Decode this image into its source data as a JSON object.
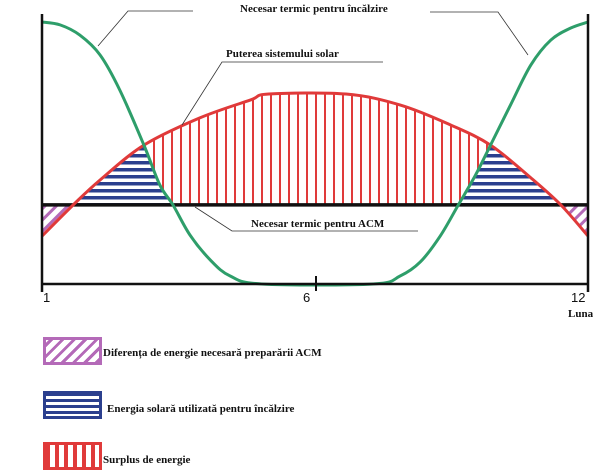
{
  "chart_data": {
    "type": "line",
    "xlabel": "Luna",
    "x_ticks": [
      "1",
      "6",
      "12"
    ],
    "series": [
      {
        "name": "Necesar termic pentru încălzire",
        "color": "#2e9e6a",
        "x": [
          1,
          1.33,
          1.69,
          2.06,
          2.42,
          2.86,
          3.15,
          3.39,
          3.7,
          4.07,
          4.43,
          5.01,
          7.26,
          7.86,
          8.3,
          8.74,
          9.14,
          9.52,
          9.85,
          10.29,
          10.74,
          11.18,
          11.62,
          12
        ],
        "y": [
          100,
          98.9,
          95,
          87.4,
          74,
          53,
          37.8,
          30.2,
          18.7,
          9.2,
          3.1,
          0,
          0,
          3.1,
          8.4,
          18.3,
          30.2,
          41.6,
          53,
          68.3,
          83.6,
          93.1,
          97.7,
          100
        ]
      },
      {
        "name": "Puterea sistemului solar",
        "color": "#e03a3a",
        "x": [
          1,
          1.57,
          2.06,
          2.86,
          3.88,
          4.8,
          5.14,
          6.66,
          7.86,
          8.97,
          9.85,
          10.74,
          11.4,
          12
        ],
        "y": [
          18.3,
          30.2,
          39.7,
          53,
          63.4,
          70.2,
          72.5,
          72.5,
          68.3,
          60.7,
          53,
          40.5,
          30.2,
          18.3
        ]
      },
      {
        "name": "Necesar termic pentru ACM",
        "color": "#111111",
        "x": [
          1,
          12
        ],
        "y": [
          30.2,
          30.2
        ]
      }
    ],
    "ylim": [
      0,
      100
    ],
    "xlim": [
      1,
      12
    ],
    "annotations": [
      "Necesar termic pentru încălzire",
      "Puterea sistemului solar",
      "Necesar termic pentru ACM"
    ]
  },
  "legend": [
    {
      "label": "Diferența de energie necesară preparării ACM",
      "color": "#b46ab8",
      "pattern": "diagonal"
    },
    {
      "label": "Energia solară utilizată pentru încălzire",
      "color": "#2b3f8e",
      "pattern": "horizontal"
    },
    {
      "label": "Surplus de energie",
      "color": "#e03a3a",
      "pattern": "vertical"
    }
  ]
}
